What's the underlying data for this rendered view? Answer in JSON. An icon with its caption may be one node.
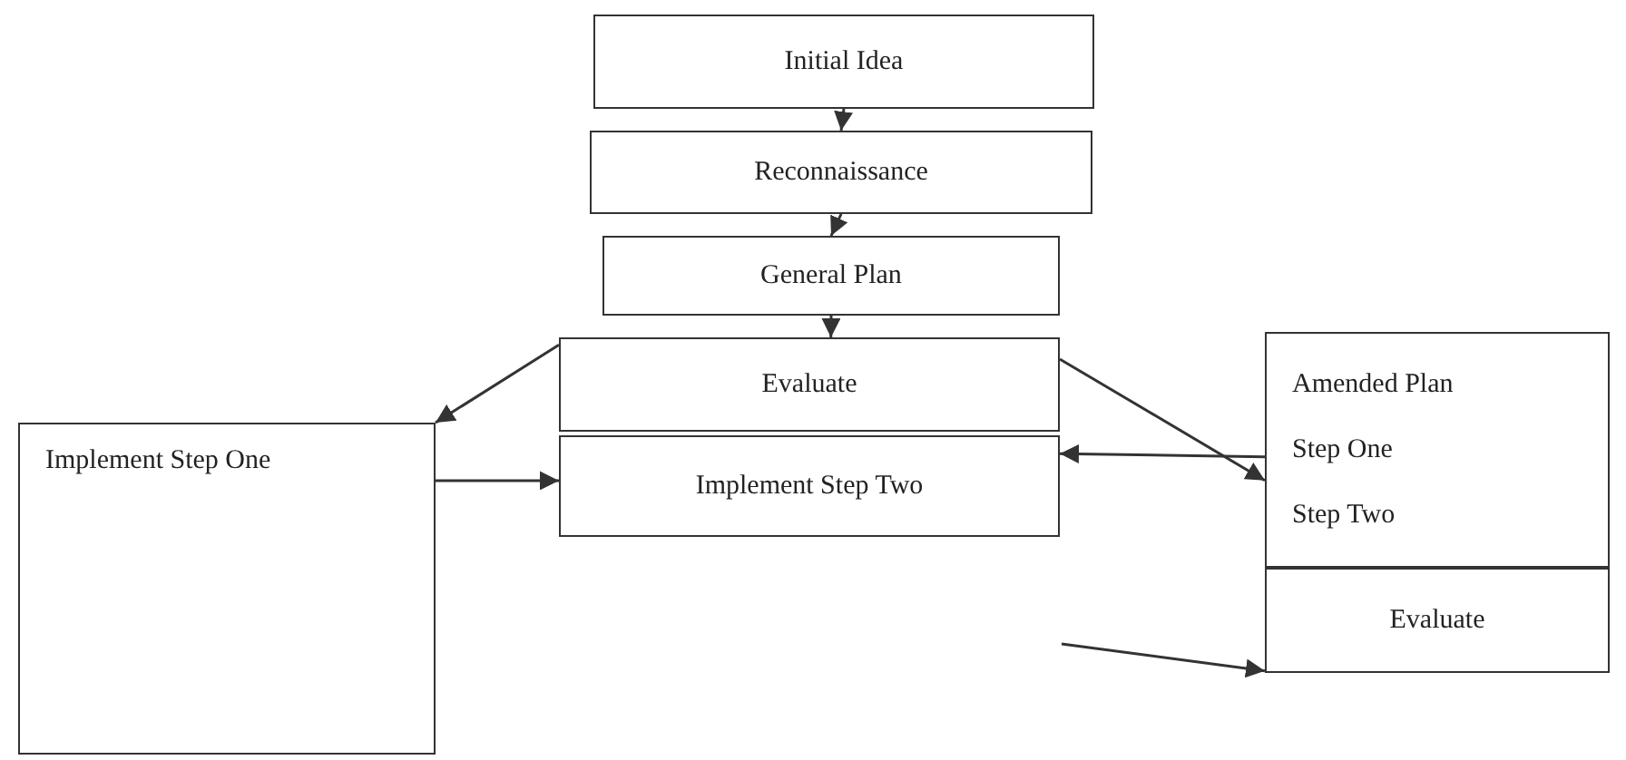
{
  "diagram": {
    "nodes": [
      {
        "text": [
          "Initial Idea"
        ]
      },
      {
        "text": [
          "Reconnaissance"
        ]
      },
      {
        "text": [
          "General Plan"
        ]
      },
      {
        "text": [
          "Evaluate"
        ]
      },
      {
        "text": [
          "Implement Step One"
        ]
      },
      {
        "text": [
          "Implement Step Two"
        ]
      },
      {
        "text": [
          "Amended Plan",
          "Step One",
          "Step Two"
        ]
      },
      {
        "text": [
          "Evaluate"
        ]
      }
    ],
    "edges": [
      {
        "from": 0,
        "to": 1,
        "arrow": "to"
      },
      {
        "from": 1,
        "to": 2,
        "arrow": "to"
      },
      {
        "from": 2,
        "to": 3,
        "arrow": "to"
      },
      {
        "from": 3,
        "to": 4,
        "arrow": "to"
      },
      {
        "from": 4,
        "to": 5,
        "arrow": "to"
      },
      {
        "from": 3,
        "to": 6,
        "arrow": "to"
      },
      {
        "from": 6,
        "to": 5,
        "arrow": "to"
      },
      {
        "from": null,
        "to": 7,
        "arrow": "to"
      }
    ]
  }
}
